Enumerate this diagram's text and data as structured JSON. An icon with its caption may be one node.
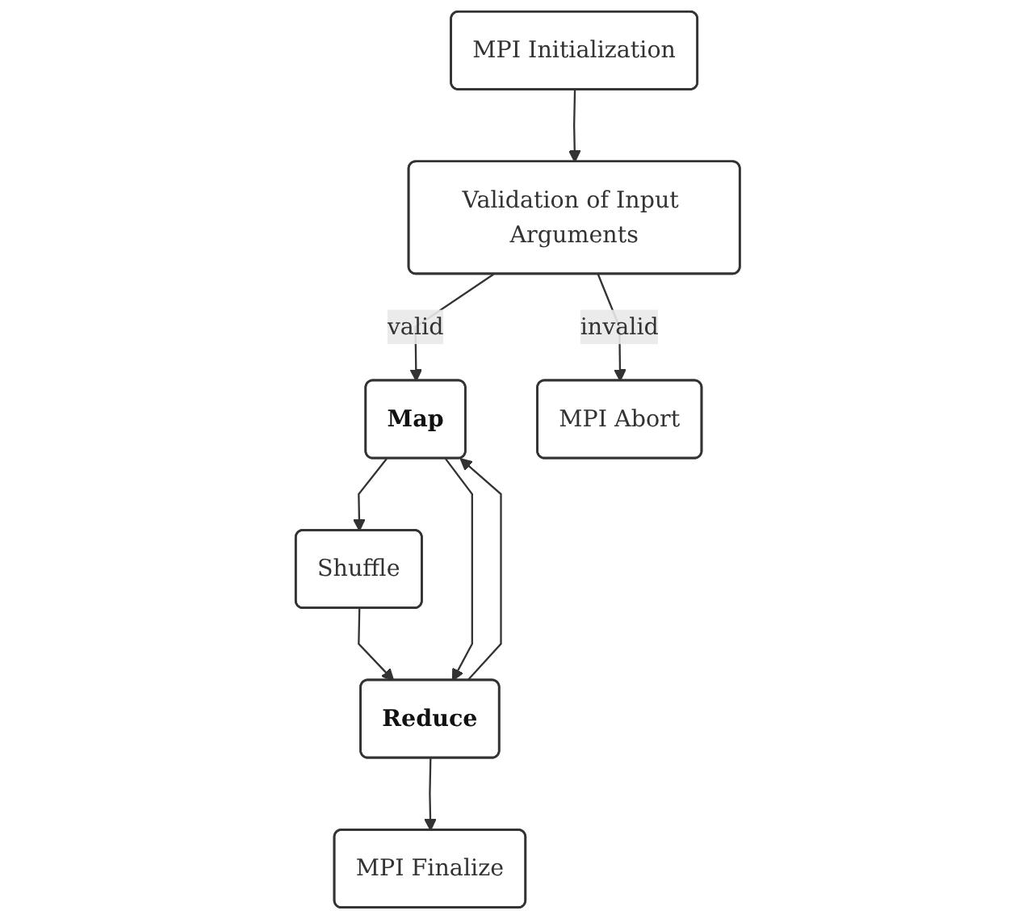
{
  "diagram": {
    "nodes": [
      {
        "text": [
          "MPI Initialization"
        ]
      },
      {
        "text": [
          "Validation of Input Arguments"
        ]
      },
      {
        "text": [
          "Map"
        ]
      },
      {
        "text": [
          "MPI Abort"
        ]
      },
      {
        "text": [
          "Shuffle"
        ]
      },
      {
        "text": [
          "Reduce"
        ]
      },
      {
        "text": [
          "MPI Finalize"
        ]
      }
    ],
    "edges": [
      {
        "from": 0,
        "to": 1,
        "arrow": "to"
      },
      {
        "from": 1,
        "to": 2,
        "arrow": "to",
        "label": "valid"
      },
      {
        "from": 1,
        "to": 3,
        "arrow": "to",
        "label": "invalid"
      },
      {
        "from": 2,
        "to": 4,
        "arrow": "to"
      },
      {
        "from": 4,
        "to": 5,
        "arrow": "to"
      },
      {
        "from": 5,
        "to": 2,
        "arrow": "to"
      },
      {
        "from": 2,
        "to": 5,
        "arrow": "to"
      },
      {
        "from": 5,
        "to": 6,
        "arrow": "to"
      }
    ]
  }
}
